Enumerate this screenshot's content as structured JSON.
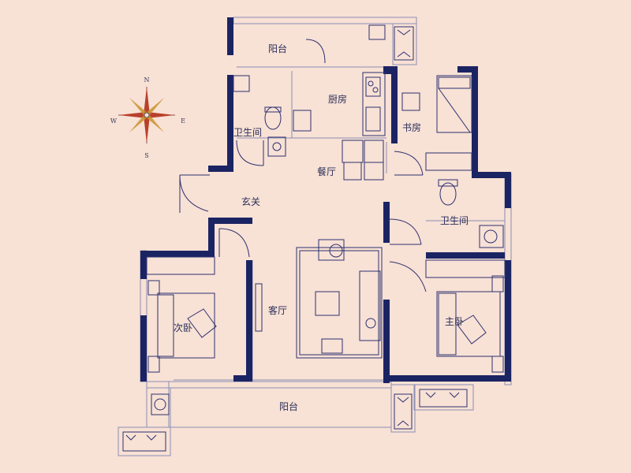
{
  "plan": {
    "colors": {
      "background": "#f8e1d5",
      "wall": "#1b2463",
      "line": "#2d3170",
      "thin": "#8a8fb4",
      "compass_red": "#b8412c",
      "compass_gold": "#c8922e"
    },
    "rooms": {
      "balcony_top": "阳台",
      "kitchen": "厨房",
      "bathroom_left": "卫生间",
      "study": "书房",
      "dining": "餐厅",
      "foyer": "玄关",
      "bathroom_right": "卫生间",
      "living": "客厅",
      "second_bedroom": "次卧",
      "master_bedroom": "主卧",
      "balcony_bottom": "阳台"
    },
    "compass": {
      "n": "N",
      "s": "S",
      "e": "E",
      "w": "W"
    }
  }
}
